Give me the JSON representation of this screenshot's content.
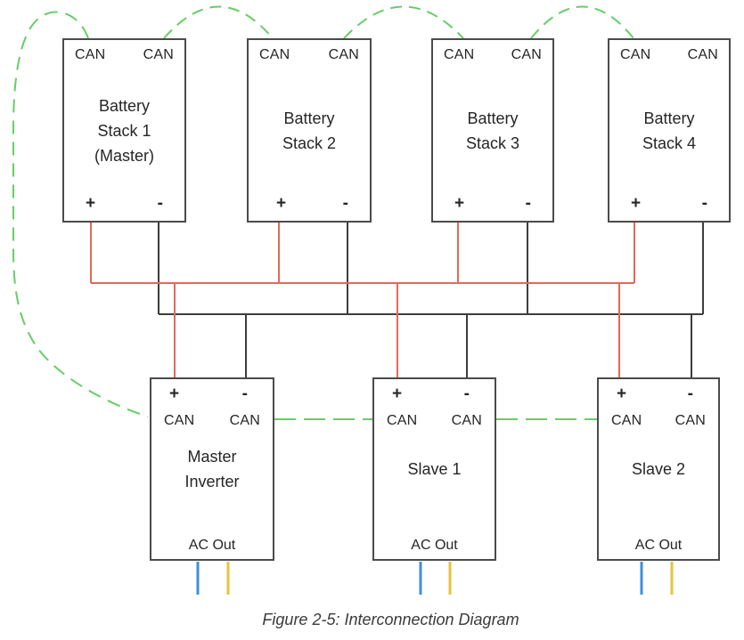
{
  "caption": "Figure 2-5: Interconnection Diagram",
  "labels": {
    "can": "CAN",
    "plus": "+",
    "minus": "-",
    "ac_out": "AC Out"
  },
  "battery_stacks": [
    {
      "line1": "Battery",
      "line2": "Stack 1",
      "line3": "(Master)"
    },
    {
      "line1": "Battery",
      "line2": "Stack 2"
    },
    {
      "line1": "Battery",
      "line2": "Stack 3"
    },
    {
      "line1": "Battery",
      "line2": "Stack 4"
    }
  ],
  "inverters": [
    {
      "line1": "Master",
      "line2": "Inverter"
    },
    {
      "line1": "Slave 1"
    },
    {
      "line1": "Slave 2"
    }
  ],
  "colors": {
    "positive_wire": "#e2695b",
    "negative_wire": "#3d3d3d",
    "can_bus": "#67cd67",
    "ac_line_1": "#3e8ede",
    "ac_line_2": "#e6c33c",
    "box_border": "#4b4b4b",
    "text": "#262626"
  }
}
